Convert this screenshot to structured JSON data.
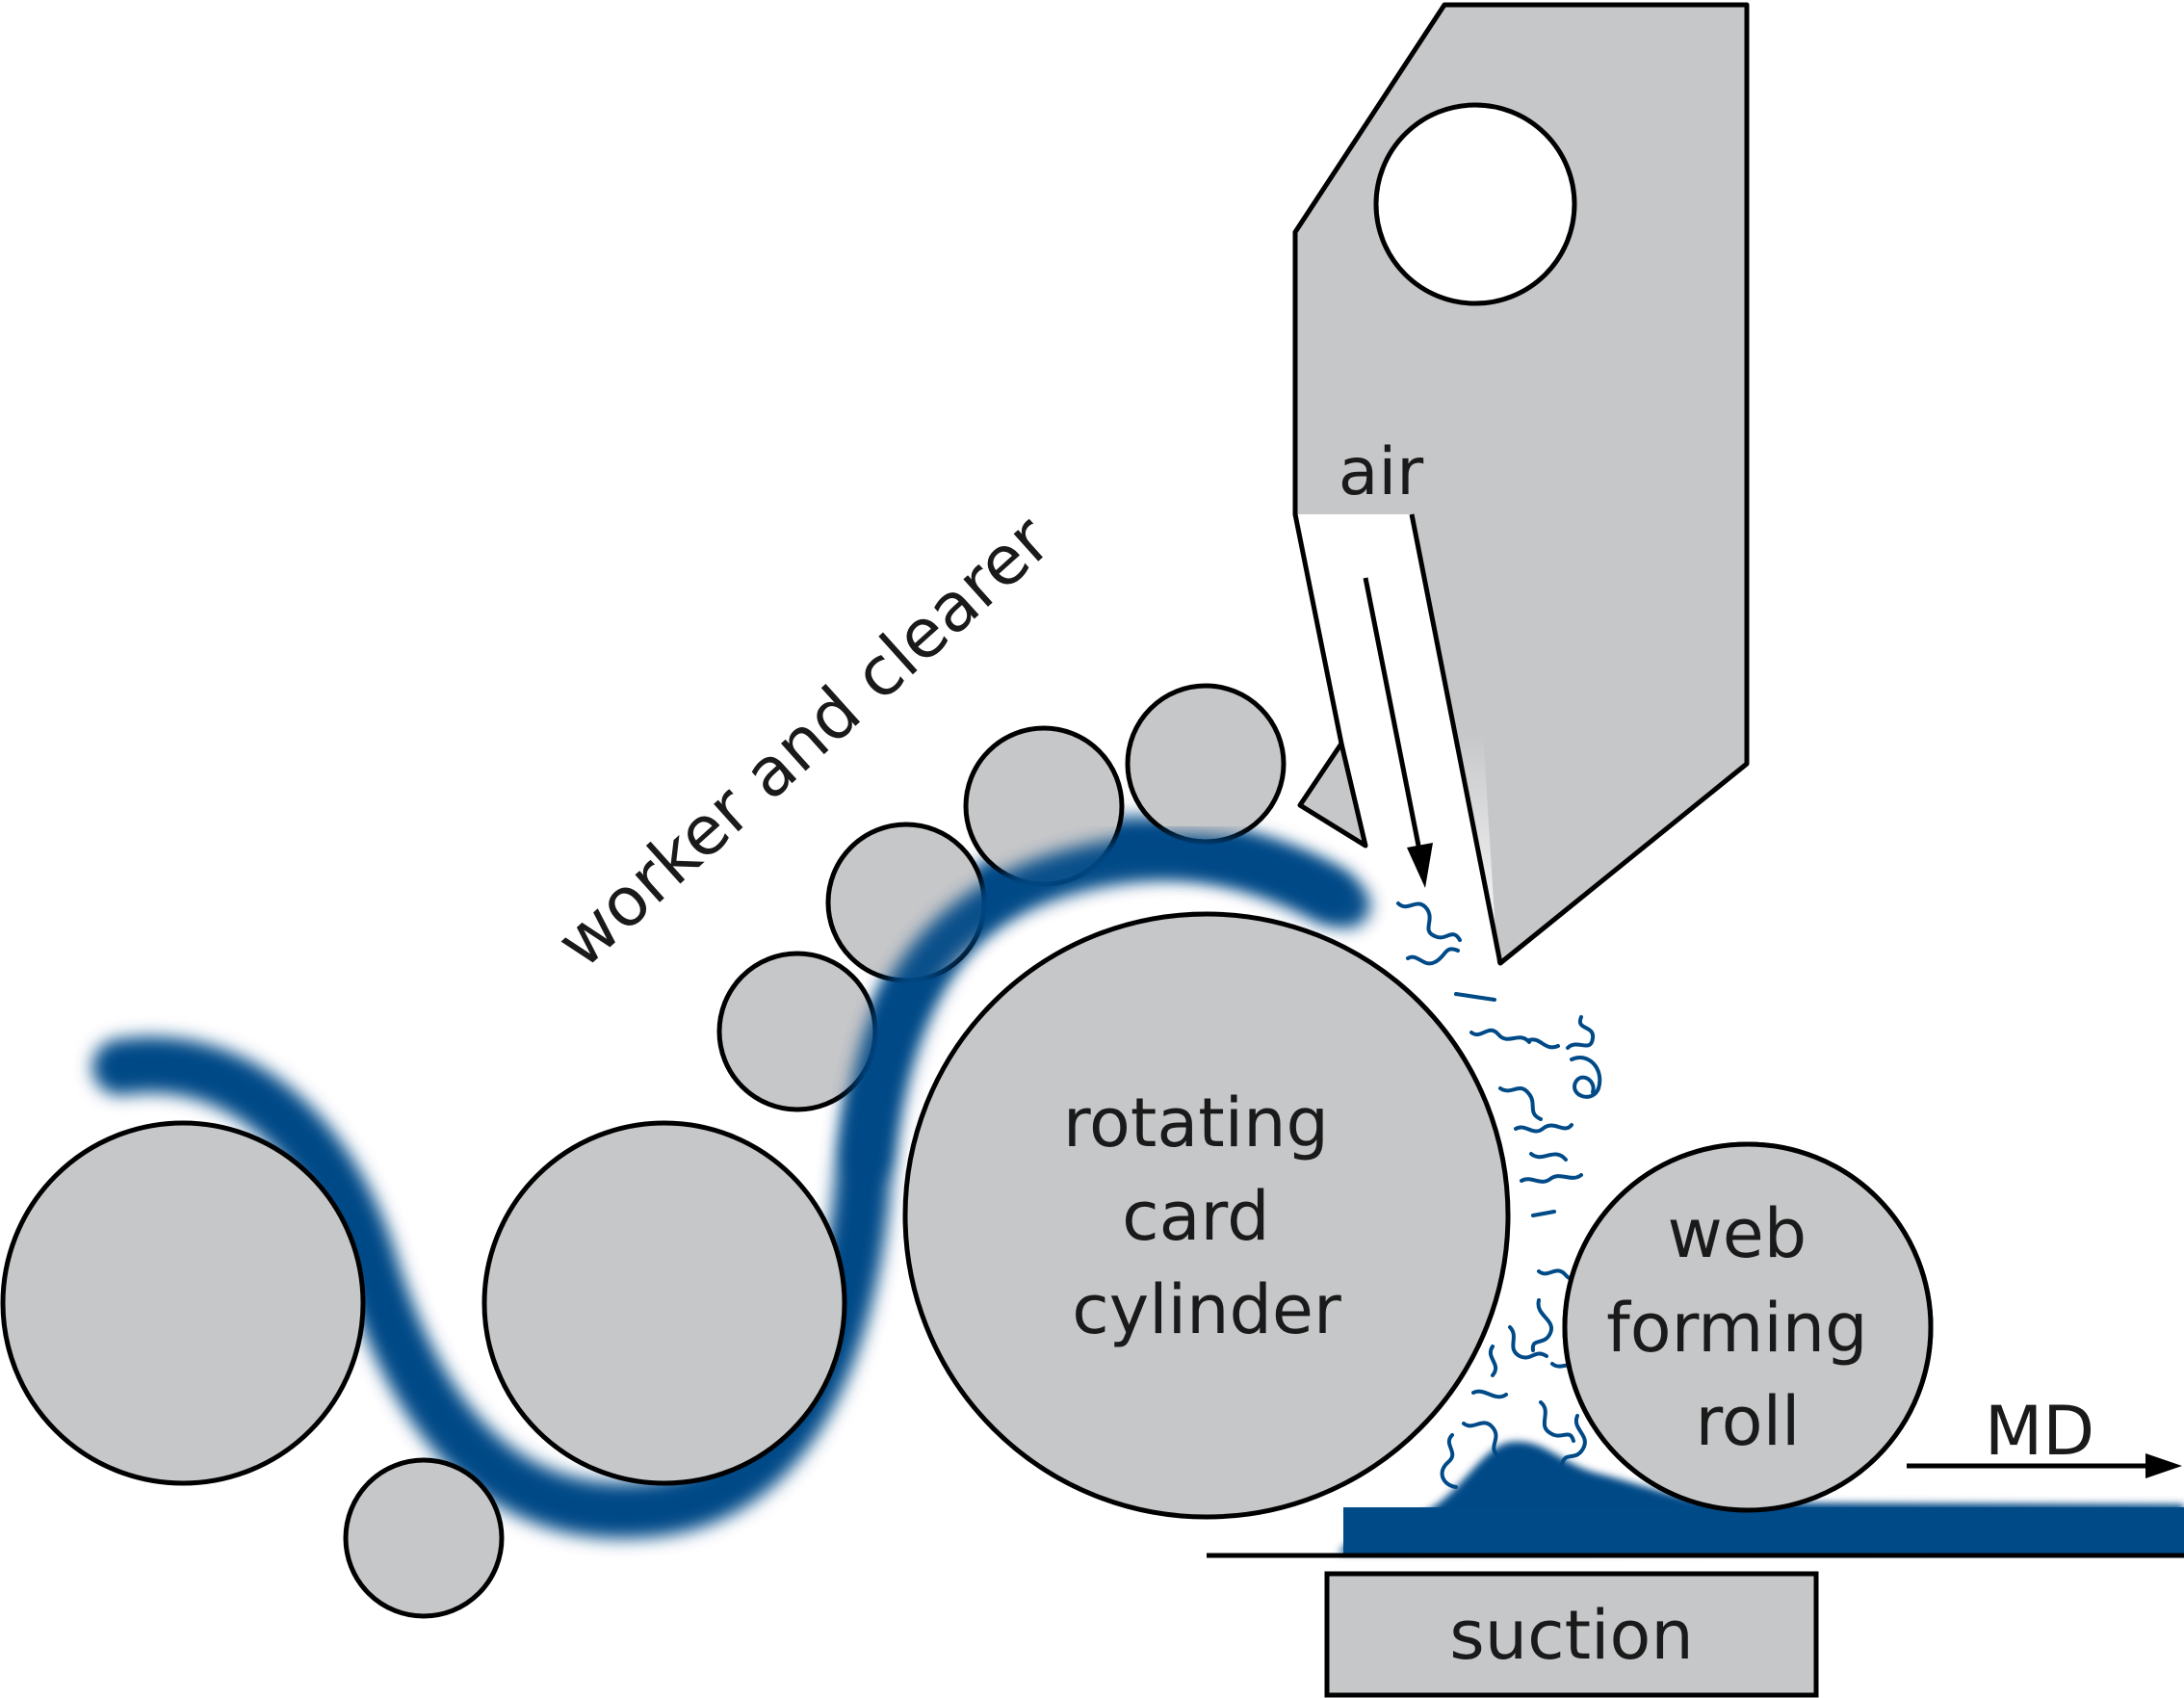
{
  "labels": {
    "air": "air",
    "worker_and_clearer": "worker and clearer",
    "rotating_card_cylinder": [
      "rotating",
      "card",
      "cylinder"
    ],
    "web_forming_roll": [
      "web",
      "forming",
      "roll"
    ],
    "md": "MD",
    "suction": "suction"
  },
  "colors": {
    "roll_fill": "#c6c7c9",
    "outline": "#000000",
    "fiber_blue": "#004a87",
    "text": "#1a1a1a",
    "background": "#ffffff"
  }
}
